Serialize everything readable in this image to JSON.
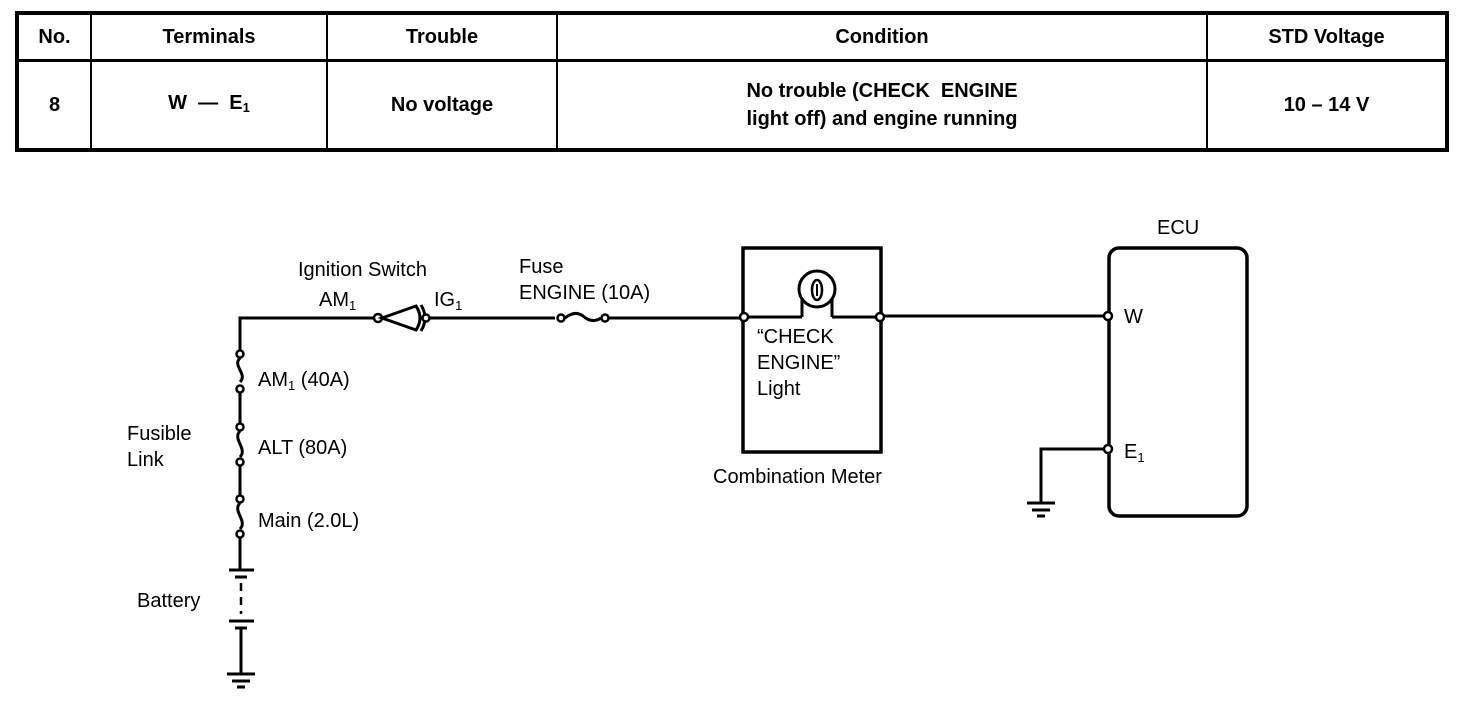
{
  "table": {
    "headers": [
      "No.",
      "Terminals",
      "Trouble",
      "Condition",
      "STD Voltage"
    ],
    "rows": [
      {
        "no": "8",
        "terminals_main": "W  —  E",
        "terminals_sub": "1",
        "trouble": "No voltage",
        "condition_line1": "No trouble (CHECK  ENGINE",
        "condition_line2": "light off) and engine running",
        "std_voltage": "10 – 14 V"
      }
    ]
  },
  "diagram": {
    "ignition_switch": {
      "title": "Ignition Switch",
      "in_terminal": "AM",
      "in_terminal_sub": "1",
      "out_terminal": "IG",
      "out_terminal_sub": "1"
    },
    "fuse": {
      "title": "Fuse",
      "name": "ENGINE (10A)"
    },
    "fusible_link": {
      "label_line1": "Fusible",
      "label_line2": "Link",
      "links": [
        {
          "name": "AM",
          "sub": "1",
          "rating": " (40A)"
        },
        {
          "name": "ALT (80A)",
          "sub": "",
          "rating": ""
        },
        {
          "name": "Main (2.0L)",
          "sub": "",
          "rating": ""
        }
      ]
    },
    "battery": {
      "label": "Battery"
    },
    "combination_meter": {
      "label": "Combination Meter",
      "light_line1": "“CHECK",
      "light_line2": "ENGINE”",
      "light_line3": "Light"
    },
    "ecu": {
      "label": "ECU",
      "terminal_w": "W",
      "terminal_e": "E",
      "terminal_e_sub": "1"
    }
  }
}
